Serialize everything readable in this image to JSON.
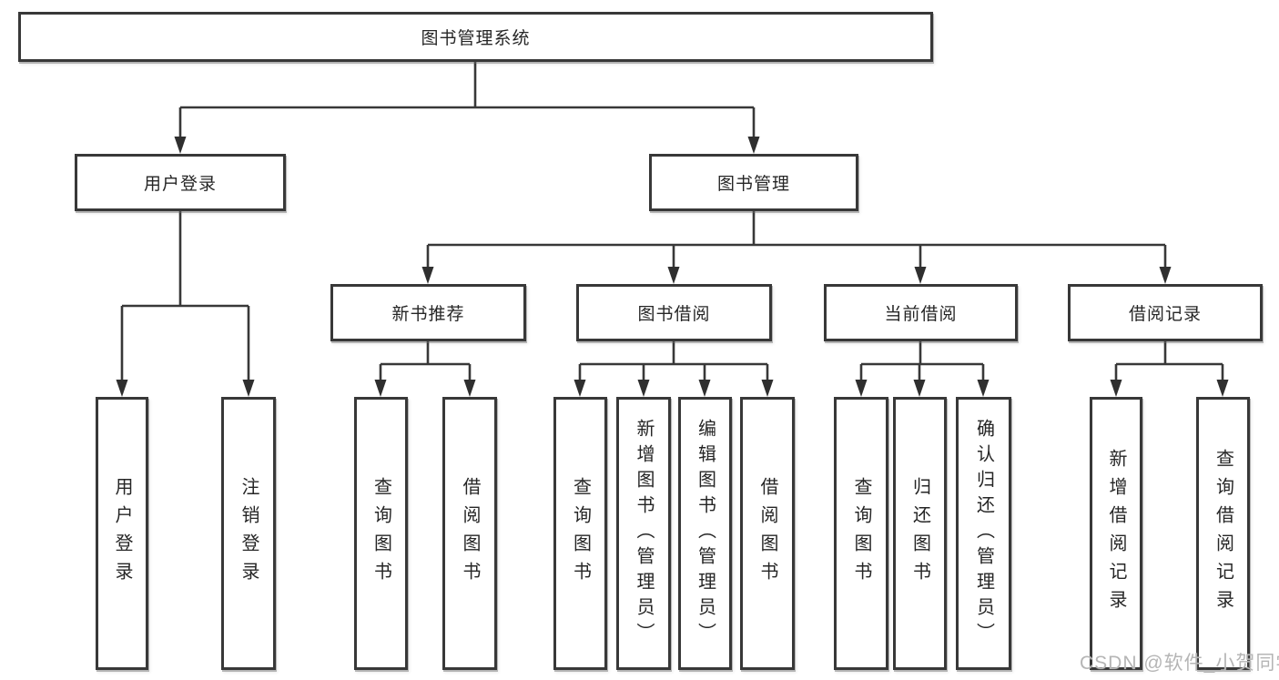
{
  "diagram": {
    "title": "图书管理系统",
    "watermark": "CSDN @软件_小贺同学",
    "colors": {
      "line": "#383838",
      "box_border": "#383838",
      "box_fill": "#ffffff",
      "text": "#262626",
      "watermark": "#b5b5b5"
    },
    "nodes": {
      "root": {
        "label": "图书管理系统"
      },
      "user_login": {
        "label": "用户登录"
      },
      "book_mgmt": {
        "label": "图书管理"
      },
      "new_book_rec": {
        "label": "新书推荐"
      },
      "book_borrow": {
        "label": "图书借阅"
      },
      "current_borrow": {
        "label": "当前借阅"
      },
      "borrow_records": {
        "label": "借阅记录"
      },
      "leaf_user_login": {
        "label": "用户登录"
      },
      "leaf_logout": {
        "label": "注销登录"
      },
      "leaf_query_book_a": {
        "label": "查询图书"
      },
      "leaf_borrow_book_a": {
        "label": "借阅图书"
      },
      "leaf_query_book_b": {
        "label": "查询图书"
      },
      "leaf_add_book_admin": {
        "label": "新增图书（管理员）"
      },
      "leaf_edit_book_admin": {
        "label": "编辑图书（管理员）"
      },
      "leaf_borrow_book_b": {
        "label": "借阅图书"
      },
      "leaf_query_book_c": {
        "label": "查询图书"
      },
      "leaf_return_book": {
        "label": "归还图书"
      },
      "leaf_confirm_return_admin": {
        "label": "确认归还（管理员）"
      },
      "leaf_add_borrow_record": {
        "label": "新增借阅记录"
      },
      "leaf_query_borrow_record": {
        "label": "查询借阅记录"
      }
    },
    "hierarchy": {
      "root": [
        "user_login",
        "book_mgmt"
      ],
      "user_login": [
        "leaf_user_login",
        "leaf_logout"
      ],
      "book_mgmt": [
        "new_book_rec",
        "book_borrow",
        "current_borrow",
        "borrow_records"
      ],
      "new_book_rec": [
        "leaf_query_book_a",
        "leaf_borrow_book_a"
      ],
      "book_borrow": [
        "leaf_query_book_b",
        "leaf_add_book_admin",
        "leaf_edit_book_admin",
        "leaf_borrow_book_b"
      ],
      "current_borrow": [
        "leaf_query_book_c",
        "leaf_return_book",
        "leaf_confirm_return_admin"
      ],
      "borrow_records": [
        "leaf_add_borrow_record",
        "leaf_query_borrow_record"
      ]
    }
  }
}
